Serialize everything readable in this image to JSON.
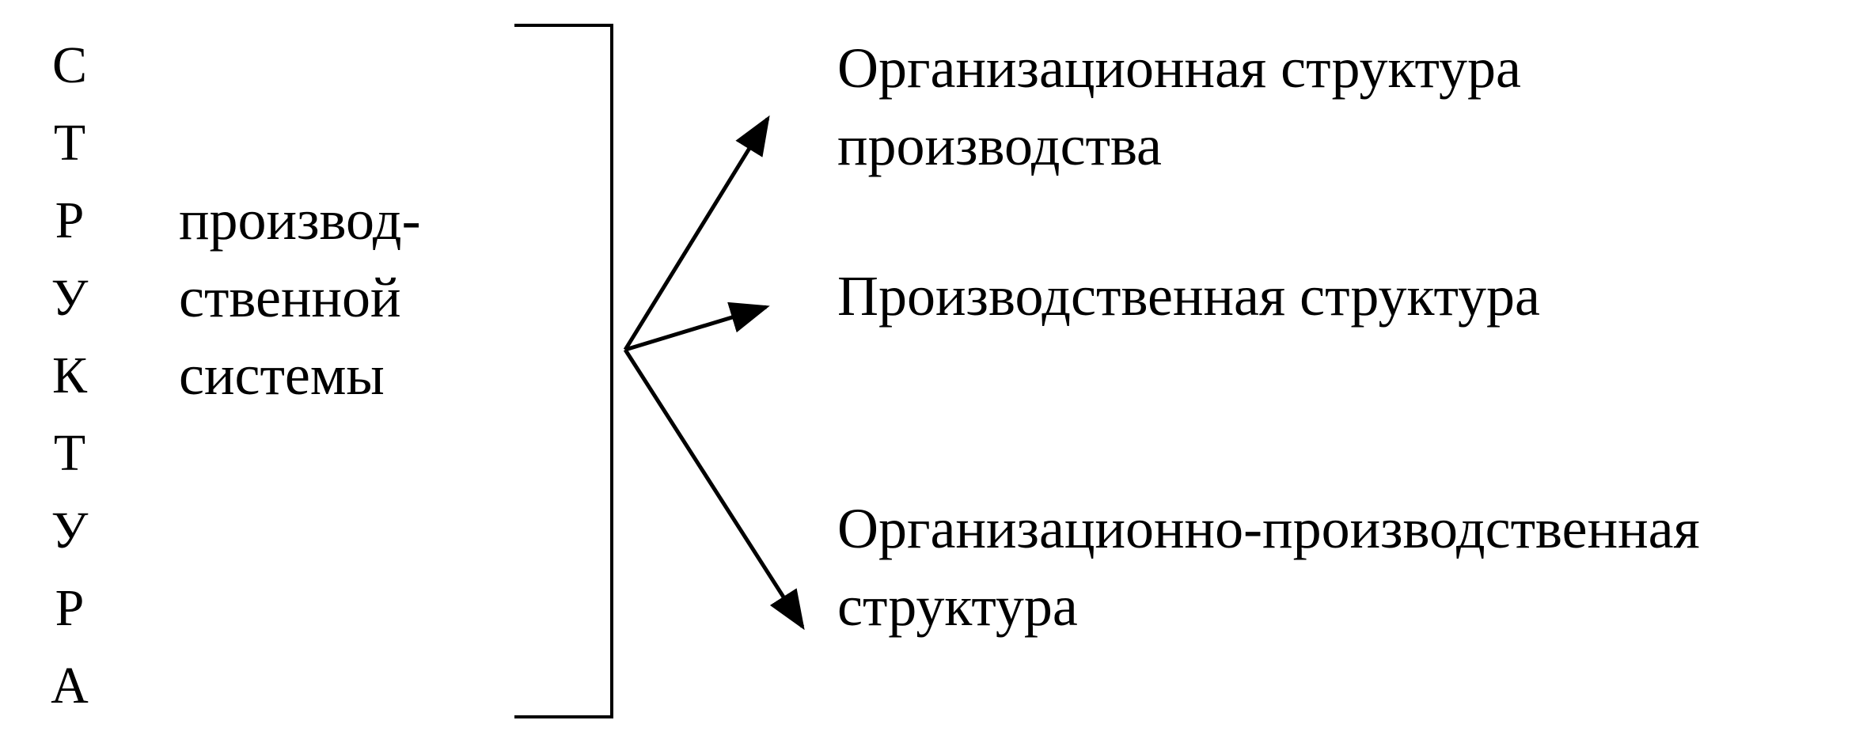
{
  "vertical_title": {
    "letters": [
      "С",
      "Т",
      "Р",
      "У",
      "К",
      "Т",
      "У",
      "Р",
      "А"
    ]
  },
  "subtitle": {
    "lines": [
      "производ-",
      "ственной",
      "системы"
    ]
  },
  "outputs": [
    {
      "lines": [
        "Организационная структура",
        "производства"
      ]
    },
    {
      "lines": [
        "Производственная структура"
      ]
    },
    {
      "lines": [
        "Организационно-производственная",
        "структура"
      ]
    }
  ]
}
